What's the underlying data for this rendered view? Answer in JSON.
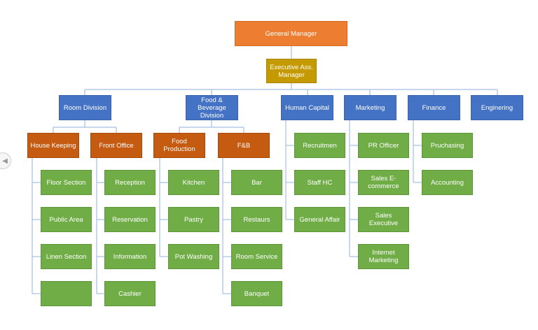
{
  "chart_title": "",
  "general_manager": "General Manager",
  "executive": "Executive Ass. Manager",
  "divisions": [
    "Room Division",
    "Food & Beverage Division",
    "Human Capital",
    "Marketing",
    "Finance",
    "Enginering"
  ],
  "room_division": {
    "house_keeping": {
      "label": "House Keeping",
      "units": [
        "Floor Section",
        "Public Area",
        "Linen Section",
        ""
      ]
    },
    "front_office": {
      "label": "Front Office",
      "units": [
        "Reception",
        "Reservation",
        "Information",
        "Cashier"
      ]
    }
  },
  "fb_division": {
    "food_production": {
      "label": "Food Production",
      "units": [
        "Kitchen",
        "Pastry",
        "Pot Washing"
      ]
    },
    "fnb": {
      "label": "F&B",
      "units": [
        "Bar",
        "Restaurs",
        "Room Service",
        "Banquet"
      ]
    }
  },
  "human_capital_units": [
    "Recruitmen",
    "Staff HC",
    "General Affair"
  ],
  "marketing_units": [
    "PR Officer",
    "Sales E-commerce",
    "Sales Executive",
    "Internet Marketing"
  ],
  "finance_units": [
    "Pruchasing",
    "Accounting"
  ],
  "colors": {
    "general_manager": "#ed7d31",
    "executive": "#c49a00",
    "division": "#4472c4",
    "sub_department": "#c55a11",
    "unit": "#70ad47",
    "connector": "#a3bfe3"
  },
  "nav_icon": "chevron-left-icon"
}
